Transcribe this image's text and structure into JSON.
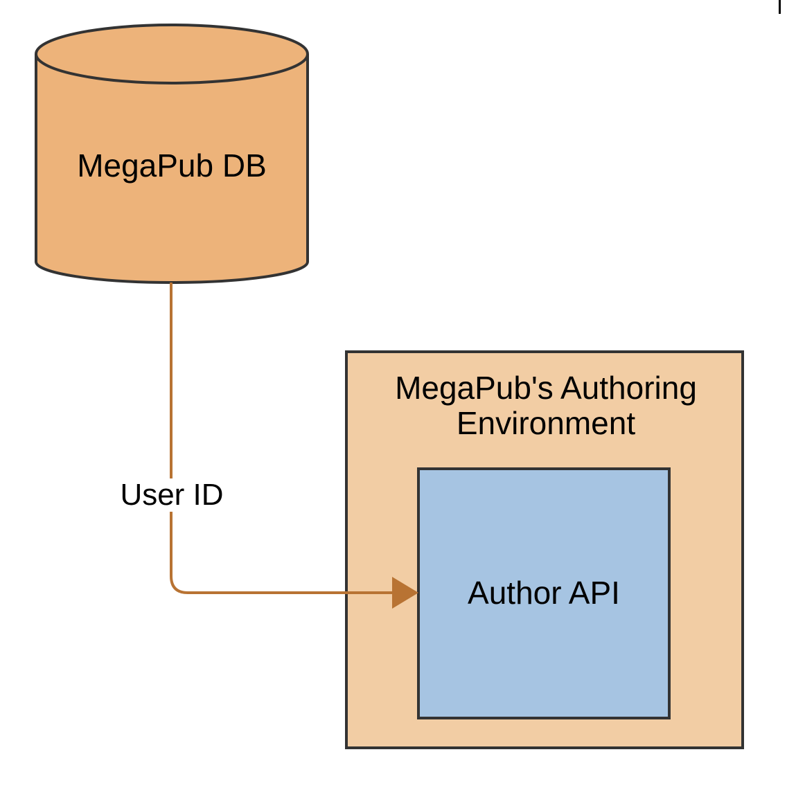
{
  "diagram": {
    "nodes": {
      "database": {
        "label": "MegaPub DB",
        "fill": "#edb37a",
        "stroke": "#333333"
      },
      "environment": {
        "label": "MegaPub's Authoring Environment",
        "fill": "#f2cda4",
        "stroke": "#333333"
      },
      "api": {
        "label": "Author API",
        "fill": "#a6c4e2",
        "stroke": "#333333"
      }
    },
    "edges": [
      {
        "from": "database",
        "to": "api",
        "label": "User ID",
        "color": "#b87333"
      }
    ]
  }
}
